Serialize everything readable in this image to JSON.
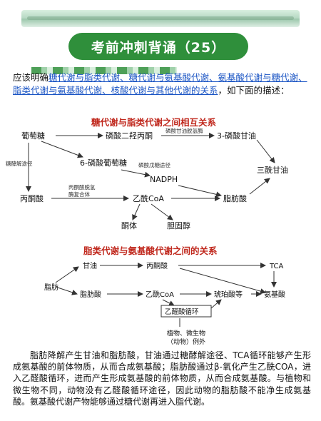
{
  "header": {
    "title": "考前冲刺背诵（25）"
  },
  "intro": {
    "lead": "应该明确",
    "highlight": "糖代谢与脂类代谢、糖代谢与氨基酸代谢、氨基酸代谢与糖代谢、脂类代谢与氨基酸代谢、核酸代谢与其他代谢的关系",
    "tail": "，如下面的描述："
  },
  "diagram1": {
    "title": "糖代谢与脂类代谢之间相互关系",
    "nodes": {
      "glucose": "葡萄糖",
      "dhap": "磷酸二羟丙酮",
      "glycerol3p": "3-磷酸甘油",
      "g6p": "6-磷酸葡萄糖",
      "triglyceride": "三酰甘油",
      "nadph": "NADPH",
      "pyruvate": "丙酮酸",
      "acetylcoa": "乙酰CoA",
      "fattyacid": "脂肪酸",
      "ketone": "酮体",
      "cholesterol": "胆固醇"
    },
    "edge_labels": {
      "dhap_enzyme": "磷酸甘油脱氢酶",
      "glycolysis": "糖酵解途径",
      "ppp": "磷酸戊糖途径",
      "pdh_1": "丙酮酸脱氢",
      "pdh_2": "酶复合体"
    }
  },
  "diagram2": {
    "title": "脂类代谢与氨基酸代谢之间的关系",
    "nodes": {
      "glycerol": "甘油",
      "pyruvate": "丙酮酸",
      "tca": "TCA",
      "fat": "脂肪",
      "fattyacid": "脂肪酸",
      "acetylcoa": "乙酰CoA",
      "succinate": "琥珀酸等",
      "aminoacid": "氨基酸",
      "glyoxylate": "乙醛酸循环",
      "note_1": "植物、微生物",
      "note_2": "（动物）例外"
    }
  },
  "summary": "脂肪降解产生甘油和脂肪酸，甘油通过糖酵解途径、TCA循环能够产生形成氨基酸的前体物质，从而合成氨基酸；脂肪酸通过β-氧化产生乙酰COA，进入乙醛酸循环，进而产生形成氨基酸的前体物质，从而合成氨基酸。与植物和微生物不同，动物没有乙醛酸循环途径，因此动物的脂肪酸不能净生成氨基酸。氨基酸代谢产物能够通过糖代谢再进入脂代谢。",
  "colors": {
    "banner": "#2f8f3b",
    "accent_red": "#c0281d",
    "link_blue": "#1b55c4"
  }
}
